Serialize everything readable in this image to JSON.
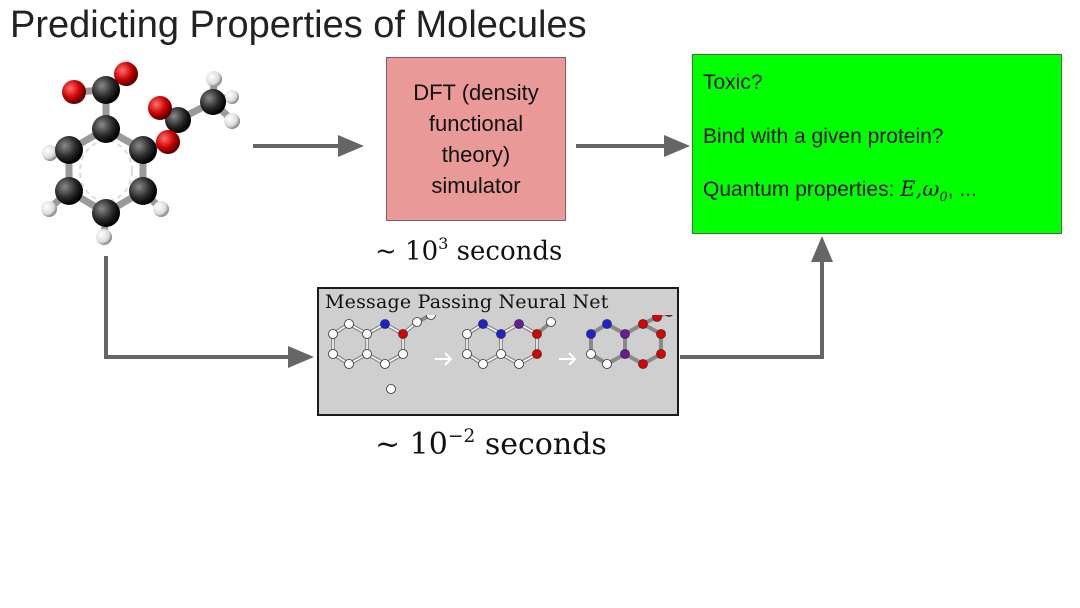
{
  "title": "Predicting Properties of Molecules",
  "dft_box": {
    "text": "DFT (density\nfunctional\ntheory)\nsimulator",
    "fill": "#ea9999"
  },
  "output_box": {
    "fill": "#00ff00",
    "lines": [
      "Toxic?",
      "Bind with a given protein?",
      "Quantum properties: "
    ],
    "quantum_symbols": "E,ω",
    "quantum_subscript": "0",
    "quantum_suffix": ", ..."
  },
  "dft_time": {
    "prefix": "~ 10",
    "exponent": "3",
    "suffix": " seconds"
  },
  "mpnn": {
    "title": "Message Passing Neural Net",
    "fill": "#cfcfcf"
  },
  "mpnn_time": {
    "prefix": "~ 10",
    "exponent": "−2",
    "suffix": " seconds"
  },
  "colors": {
    "arrow": "#666666",
    "carbon": "#2b2b2b",
    "oxygen": "#cc0000",
    "hydrogen": "#e8e8e8",
    "node_white": "#ffffff",
    "node_blue": "#1f1fd6",
    "node_red": "#e00000",
    "node_purple": "#6a1b9a"
  },
  "icons": [
    "aspirin-molecule-icon",
    "molecular-graph-icon",
    "arrow-right-icon",
    "arrow-up-icon"
  ]
}
